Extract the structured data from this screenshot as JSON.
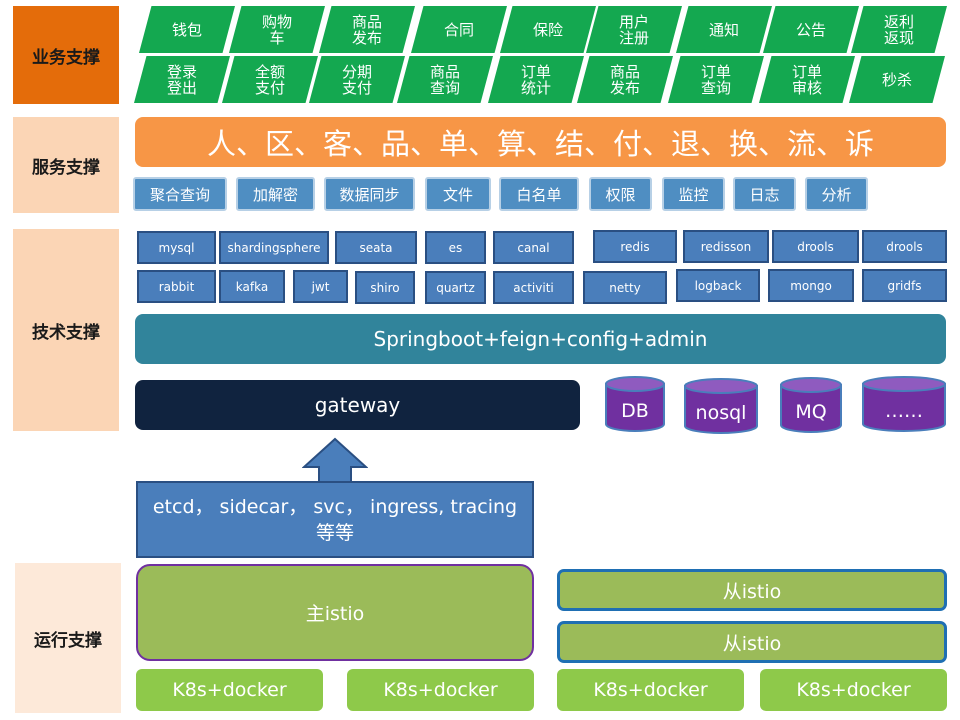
{
  "layers": {
    "business": "业务支撑",
    "service": "服务支撑",
    "tech": "技术支撑",
    "runtime": "运行支撑"
  },
  "business_modules": [
    "钱包",
    "购物\n车",
    "商品\n发布",
    "合同",
    "保险",
    "用户\n注册",
    "通知",
    "公告",
    "返利\n返现",
    "登录\n登出",
    "全额\n支付",
    "分期\n支付",
    "商品\n查询",
    "订单\n统计",
    "商品\n发布",
    "订单\n查询",
    "订单\n审核",
    "秒杀"
  ],
  "service_bar": "人、区、客、品、单、算、结、付、退、换、流、诉",
  "service_tools": [
    "聚合查询",
    "加解密",
    "数据同步",
    "文件",
    "白名单",
    "权限",
    "监控",
    "日志",
    "分析"
  ],
  "tech_components": [
    "mysql",
    "shardingsphere",
    "seata",
    "es",
    "canal",
    "redis",
    "redisson",
    "drools",
    "drools",
    "rabbit",
    "kafka",
    "jwt",
    "shiro",
    "quartz",
    "activiti",
    "netty",
    "logback",
    "mongo",
    "gridfs"
  ],
  "framework_bar": "Springboot+feign+config+admin",
  "gateway": "gateway",
  "storage": [
    "DB",
    "nosql",
    "MQ",
    "……"
  ],
  "mesh_box": {
    "line1": "etcd， sidecar， svc， ingress, tracing",
    "line2": "等等"
  },
  "istio": {
    "main": "主istio",
    "slave1": "从istio",
    "slave2": "从istio"
  },
  "k8s": [
    "K8s+docker",
    "K8s+docker",
    "K8s+docker",
    "K8s+docker"
  ],
  "colors": {
    "business_label_bg": "#e46c0a",
    "service_label_bg": "#fbd5b5",
    "module_green": "#14a850",
    "service_orange": "#f79646",
    "tech_blue": "#4a7ebb",
    "framework_teal": "#31849b",
    "gateway_navy": "#10233f",
    "storage_purple": "#7030a0",
    "istio_green": "#9bbb59",
    "k8s_green": "#8ec94a"
  }
}
